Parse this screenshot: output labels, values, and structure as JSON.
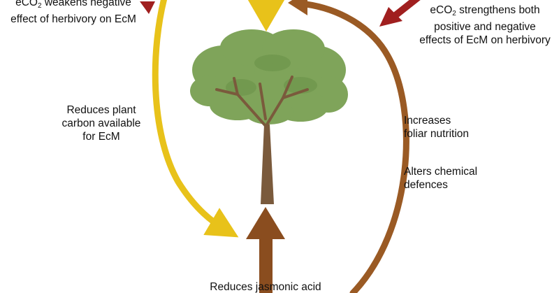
{
  "labels": {
    "top_left": {
      "line1_pre": "eCO",
      "line1_sub": "2",
      "line1_post": " weakens negative",
      "line2": "effect of herbivory on EcM"
    },
    "top_right": {
      "line1_pre": "eCO",
      "line1_sub": "2",
      "line1_post": " strengthens both",
      "line2": "positive and negative",
      "line3": "effects of EcM on herbivory"
    },
    "left_middle": {
      "line1": "Reduces plant",
      "line2": "carbon available",
      "line3": "for EcM"
    },
    "right_upper": {
      "line1": "Increases",
      "line2": "foliar nutrition"
    },
    "right_lower": {
      "line1": "Alters chemical",
      "line2": "defences"
    },
    "bottom": {
      "line1": "Reduces jasmonic acid"
    }
  },
  "colors": {
    "yellow_arrow": "#e8c21a",
    "brown_arrow": "#9a5a24",
    "dark_red_arrow": "#a01f1f",
    "tree_canopy": "#7fa45a",
    "tree_trunk": "#7a5a3c"
  }
}
